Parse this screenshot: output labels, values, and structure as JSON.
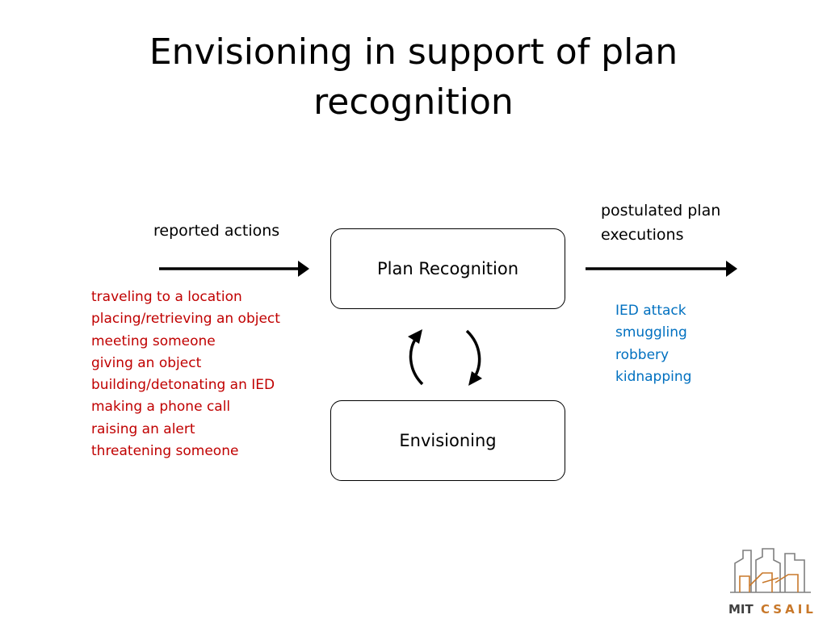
{
  "title": {
    "line1": "Envisioning in support of plan",
    "line2": "recognition"
  },
  "input_label": "reported actions",
  "output_label": {
    "line1": "postulated plan",
    "line2": "executions"
  },
  "boxes": {
    "plan_recognition": "Plan Recognition",
    "envisioning": "Envisioning"
  },
  "actions": [
    "traveling to a location",
    "placing/retrieving an object",
    "meeting someone",
    "giving an object",
    "building/detonating an IED",
    "making a phone call",
    "raising an alert",
    "threatening someone"
  ],
  "plans": [
    "IED attack",
    "smuggling",
    "robbery",
    "kidnapping"
  ],
  "logo": {
    "mit": "MIT",
    "csail": "CSAIL"
  },
  "colors": {
    "actions": "#c00000",
    "plans": "#0070c0",
    "logo_orange": "#c8782a",
    "logo_gray": "#7f7f7f"
  }
}
